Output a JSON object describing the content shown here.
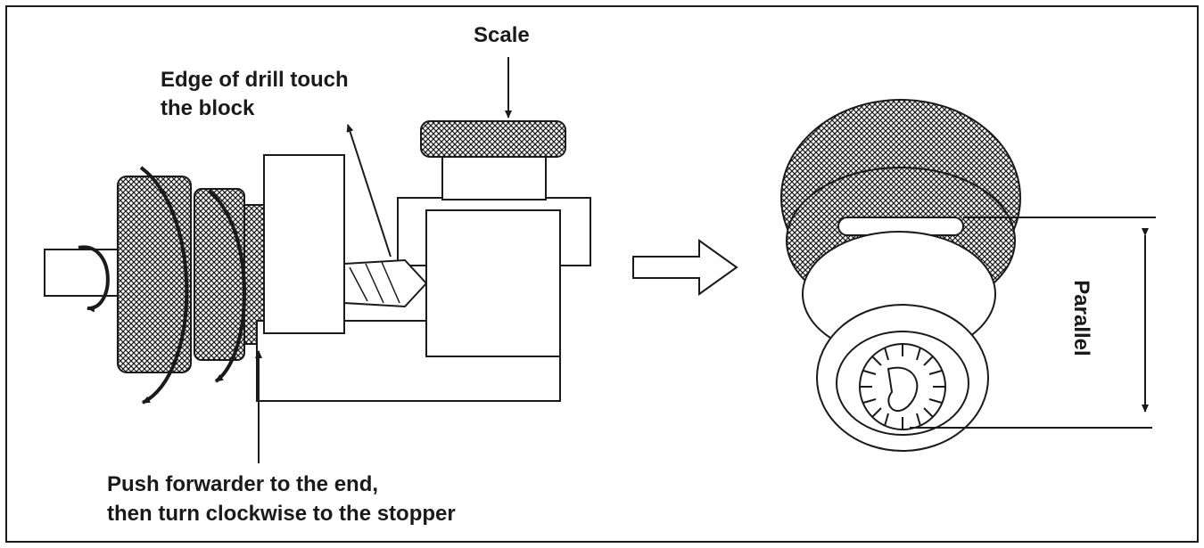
{
  "labels": {
    "scale": "Scale",
    "edge_line1": "Edge of drill touch",
    "edge_line2": "the block",
    "push_line1": "Push forwarder to the end,",
    "push_line2": "then turn clockwise to the stopper",
    "parallel": "Parallel"
  },
  "colors": {
    "line": "#1a1a1a",
    "background": "#ffffff"
  }
}
